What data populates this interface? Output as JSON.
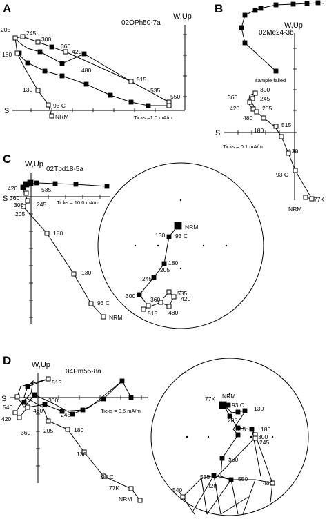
{
  "panels": {
    "A": {
      "label": "A",
      "title": "02QPh50-7a",
      "axis_up": "W,Up",
      "axis_left": "S",
      "ticks": "Ticks =1.0 mA/m",
      "labels": [
        "205",
        "245",
        "300",
        "180",
        "360",
        "420",
        "480",
        "515",
        "535",
        "550",
        "130",
        "93 C",
        "NRM"
      ]
    },
    "B": {
      "label": "B",
      "title": "02Me24-3b",
      "axis_up": "W,Up",
      "axis_left": "S",
      "ticks": "Ticks = 0.1 mA/m",
      "note": "sample failed",
      "labels": [
        "360",
        "420",
        "300",
        "245",
        "205",
        "480",
        "180",
        "515",
        "130",
        "93 C",
        "77K",
        "NRM"
      ]
    },
    "C": {
      "label": "C",
      "title": "02Tpd18-5a",
      "axis_up": "W,Up",
      "axis_left": "S",
      "ticks": "Ticks = 10.0 mA/m",
      "labels": [
        "420",
        "535",
        "360",
        "300",
        "245",
        "205",
        "180",
        "130",
        "93 C",
        "NRM"
      ],
      "stereo_labels": [
        "NRM",
        "130",
        "93 C",
        "180",
        "205",
        "245",
        "300",
        "360",
        "535",
        "420",
        "515",
        "480"
      ]
    },
    "D": {
      "label": "D",
      "title": "04Pm55-8a",
      "axis_up": "W,Up",
      "axis_left": "S",
      "ticks": "Ticks = 0.5 mA/m",
      "labels": [
        "540",
        "515",
        "480",
        "420",
        "360",
        "300",
        "205",
        "245",
        "180",
        "130",
        "93 C",
        "77K",
        "NRM"
      ],
      "stereo_labels": [
        "77K",
        "NRM",
        "93 C",
        "130",
        "205",
        "515",
        "180",
        "300",
        "245",
        "360",
        "535",
        "550",
        "420",
        "480",
        "540"
      ]
    }
  }
}
